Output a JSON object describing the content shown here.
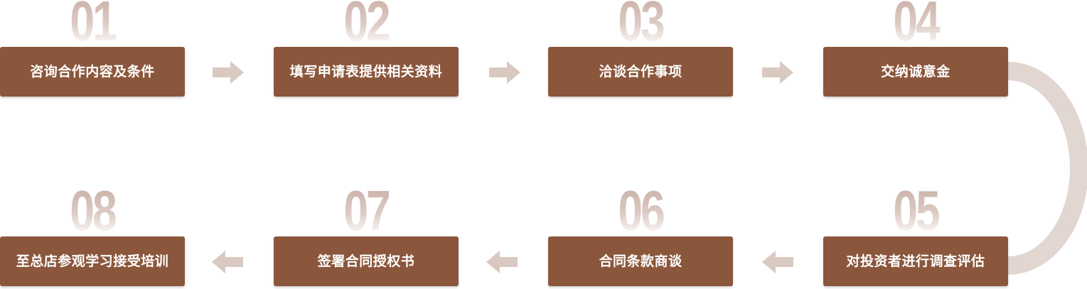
{
  "colors": {
    "box": "#8b573c",
    "box_text": "#ffffff",
    "number": "#c9b0a6",
    "arrow": "#d9c9c1",
    "connector": "#e2d6d0"
  },
  "arrow_icon": "arrow-icon",
  "steps": [
    {
      "number": "01",
      "label": "咨询合作内容及条件"
    },
    {
      "number": "02",
      "label": "填写申请表提供相关资料"
    },
    {
      "number": "03",
      "label": "洽谈合作事项"
    },
    {
      "number": "04",
      "label": "交纳诚意金"
    },
    {
      "number": "05",
      "label": "对投资者进行调查评估"
    },
    {
      "number": "06",
      "label": "合同条款商谈"
    },
    {
      "number": "07",
      "label": "签署合同授权书"
    },
    {
      "number": "08",
      "label": "至总店参观学习接受培训"
    }
  ]
}
